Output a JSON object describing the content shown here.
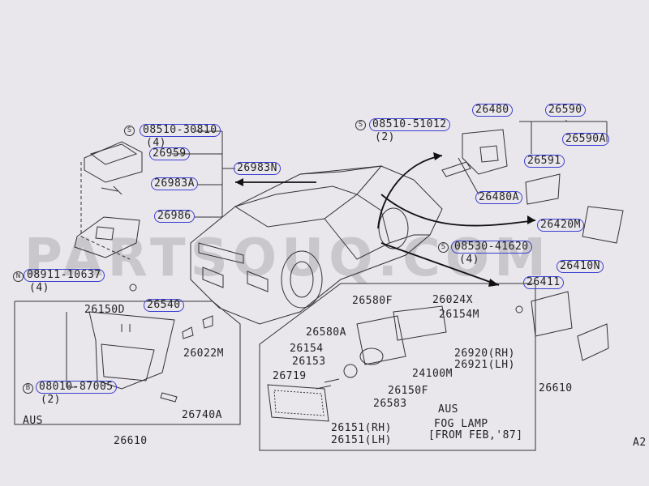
{
  "watermark": "PARTSOUQ.COM",
  "page_code": "A2",
  "colors": {
    "paper": "#e9e6ec",
    "ink": "#333333",
    "highlight": "#3b3fd1",
    "arrow": "#111111"
  },
  "labels": {
    "p08510_30810": "08510-30810",
    "q4a": "(4)",
    "p26959": "26959",
    "p26983A": "26983A",
    "p26983N": "26983N",
    "p26986": "26986",
    "p08911_10637": "08911-10637",
    "q4b": "(4)",
    "p26150D": "26150D",
    "p26540": "26540",
    "p26022M": "26022M",
    "p08010_87005": "08010-87005",
    "q2a": "(2)",
    "p26740A": "26740A",
    "aus1": "AUS",
    "p26610a": "26610",
    "p08510_51012": "08510-51012",
    "q2b": "(2)",
    "p26480": "26480",
    "p26480A": "26480A",
    "p26590": "26590",
    "p26591": "26591",
    "p26590A": "26590A",
    "p26420M": "26420M",
    "p08530_41620": "08530-41620",
    "q4c": "(4)",
    "p26410N": "26410N",
    "p26411": "26411",
    "p26580F": "26580F",
    "p26024X": "26024X",
    "p26154M": "26154M",
    "p26580A": "26580A",
    "p26154": "26154",
    "p26153": "26153",
    "p26920": "26920(RH)",
    "p26921": "26921(LH)",
    "p26719": "26719",
    "p24100M": "24100M",
    "p26150F": "26150F",
    "p26583": "26583",
    "p26610b": "26610",
    "aus2": "AUS",
    "p26151rh": "26151(RH)",
    "p26151lh": "26151(LH)",
    "foglamp1": "FOG LAMP",
    "foglamp2": "[FROM FEB,'87]"
  },
  "symbols": {
    "s": "S",
    "n": "N",
    "b": "B"
  }
}
